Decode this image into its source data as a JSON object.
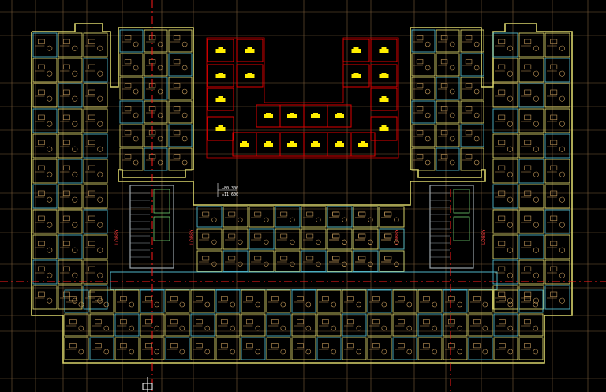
{
  "drawing": {
    "level_markers": [
      "±80.300",
      "±11.600"
    ],
    "core_labels_left": [
      "LOBBY",
      "LOBBY"
    ],
    "core_labels_right": [
      "LOBBY",
      "LOBBY"
    ],
    "colors": {
      "background": "#000000",
      "grid": "#7a5c3a",
      "axis": "#ff1a1a",
      "wall": "#d8d26a",
      "wall_alt": "#4fb6c9",
      "furniture": "#c49a5a",
      "parking_box": "#e00000",
      "car": "#ffee00"
    }
  }
}
